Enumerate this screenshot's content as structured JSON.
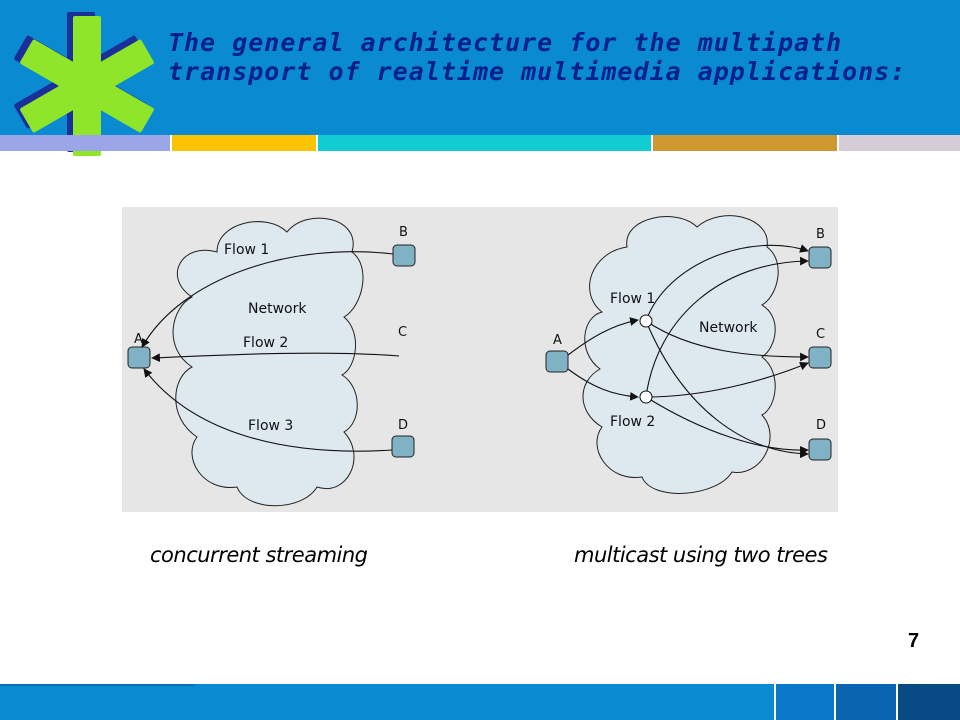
{
  "slide": {
    "title": "The general architecture for the multipath transport of realtime multimedia applications:",
    "page_number": "7"
  },
  "captions": {
    "left": "concurrent streaming",
    "right": "multicast using two trees"
  },
  "diagram_left": {
    "cloud_label": "Network",
    "nodes": {
      "a": "A",
      "b": "B",
      "c": "C",
      "d": "D"
    },
    "flows": {
      "flow1": "Flow 1",
      "flow2": "Flow 2",
      "flow3": "Flow 3"
    }
  },
  "diagram_right": {
    "cloud_label": "Network",
    "nodes": {
      "a": "A",
      "b": "B",
      "c": "C",
      "d": "D"
    },
    "flows": {
      "flow1": "Flow 1",
      "flow2": "Flow 2"
    }
  },
  "colors": {
    "header_bg": "#0a8ad0",
    "title_text": "#00208c",
    "logo_green": "#8ee52a",
    "logo_navy": "#1a2f9a",
    "cloud_fill": "#dde8ef",
    "node_fill": "#7fb2c4",
    "figure_bg": "#e6e6e6"
  }
}
